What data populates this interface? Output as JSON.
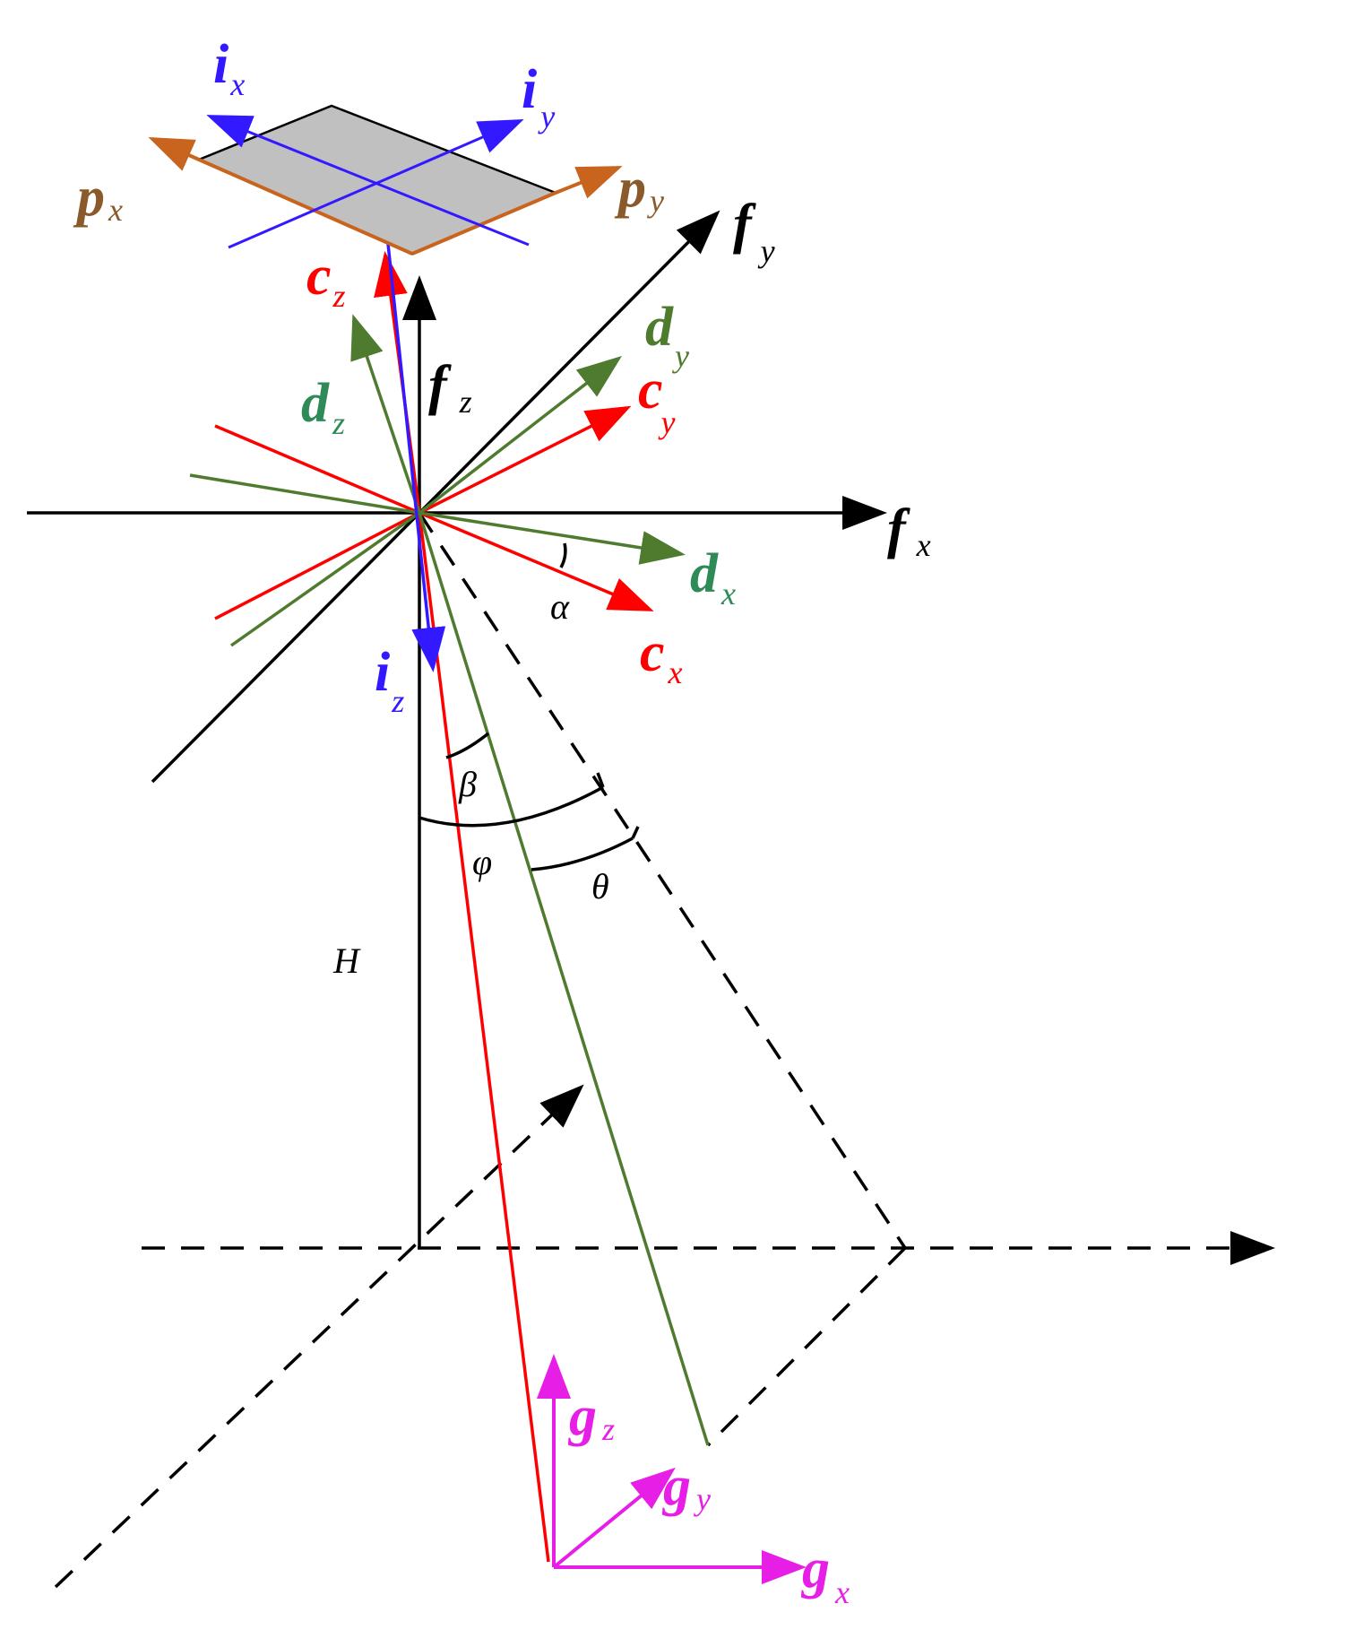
{
  "colors": {
    "black": "#000000",
    "red": "#ff0000",
    "green": "#4f7b2f",
    "green_text": "#2e8b57",
    "blue": "#3319ff",
    "orange": "#c8641e",
    "brown": "#8b5a2b",
    "magenta": "#e61ee6",
    "plate_fill": "#c0c0c0"
  },
  "labels": {
    "ix": {
      "main": "i",
      "sub": "x",
      "color": "blue"
    },
    "iy": {
      "main": "i",
      "sub": "y",
      "color": "blue"
    },
    "iz": {
      "main": "i",
      "sub": "z",
      "color": "blue"
    },
    "px": {
      "main": "p",
      "sub": "x",
      "color": "brown"
    },
    "py": {
      "main": "p",
      "sub": "y",
      "color": "brown"
    },
    "fx": {
      "main": "f",
      "sub": "x",
      "color": "black"
    },
    "fy": {
      "main": "f",
      "sub": "y",
      "color": "black"
    },
    "fz": {
      "main": "f",
      "sub": "z",
      "color": "black"
    },
    "cx": {
      "main": "c",
      "sub": "x",
      "color": "red"
    },
    "cy": {
      "main": "c",
      "sub": "y",
      "color": "red"
    },
    "cz": {
      "main": "c",
      "sub": "z",
      "color": "red"
    },
    "dx": {
      "main": "d",
      "sub": "x",
      "color": "green"
    },
    "dy": {
      "main": "d",
      "sub": "y",
      "color": "green"
    },
    "dz": {
      "main": "d",
      "sub": "z",
      "color": "green"
    },
    "gx": {
      "main": "g",
      "sub": "x",
      "color": "magenta"
    },
    "gy": {
      "main": "g",
      "sub": "y",
      "color": "magenta"
    },
    "gz": {
      "main": "g",
      "sub": "z",
      "color": "magenta"
    }
  },
  "angles": {
    "alpha": "α",
    "beta": "β",
    "phi": "φ",
    "theta": "θ"
  },
  "height_label": "H"
}
